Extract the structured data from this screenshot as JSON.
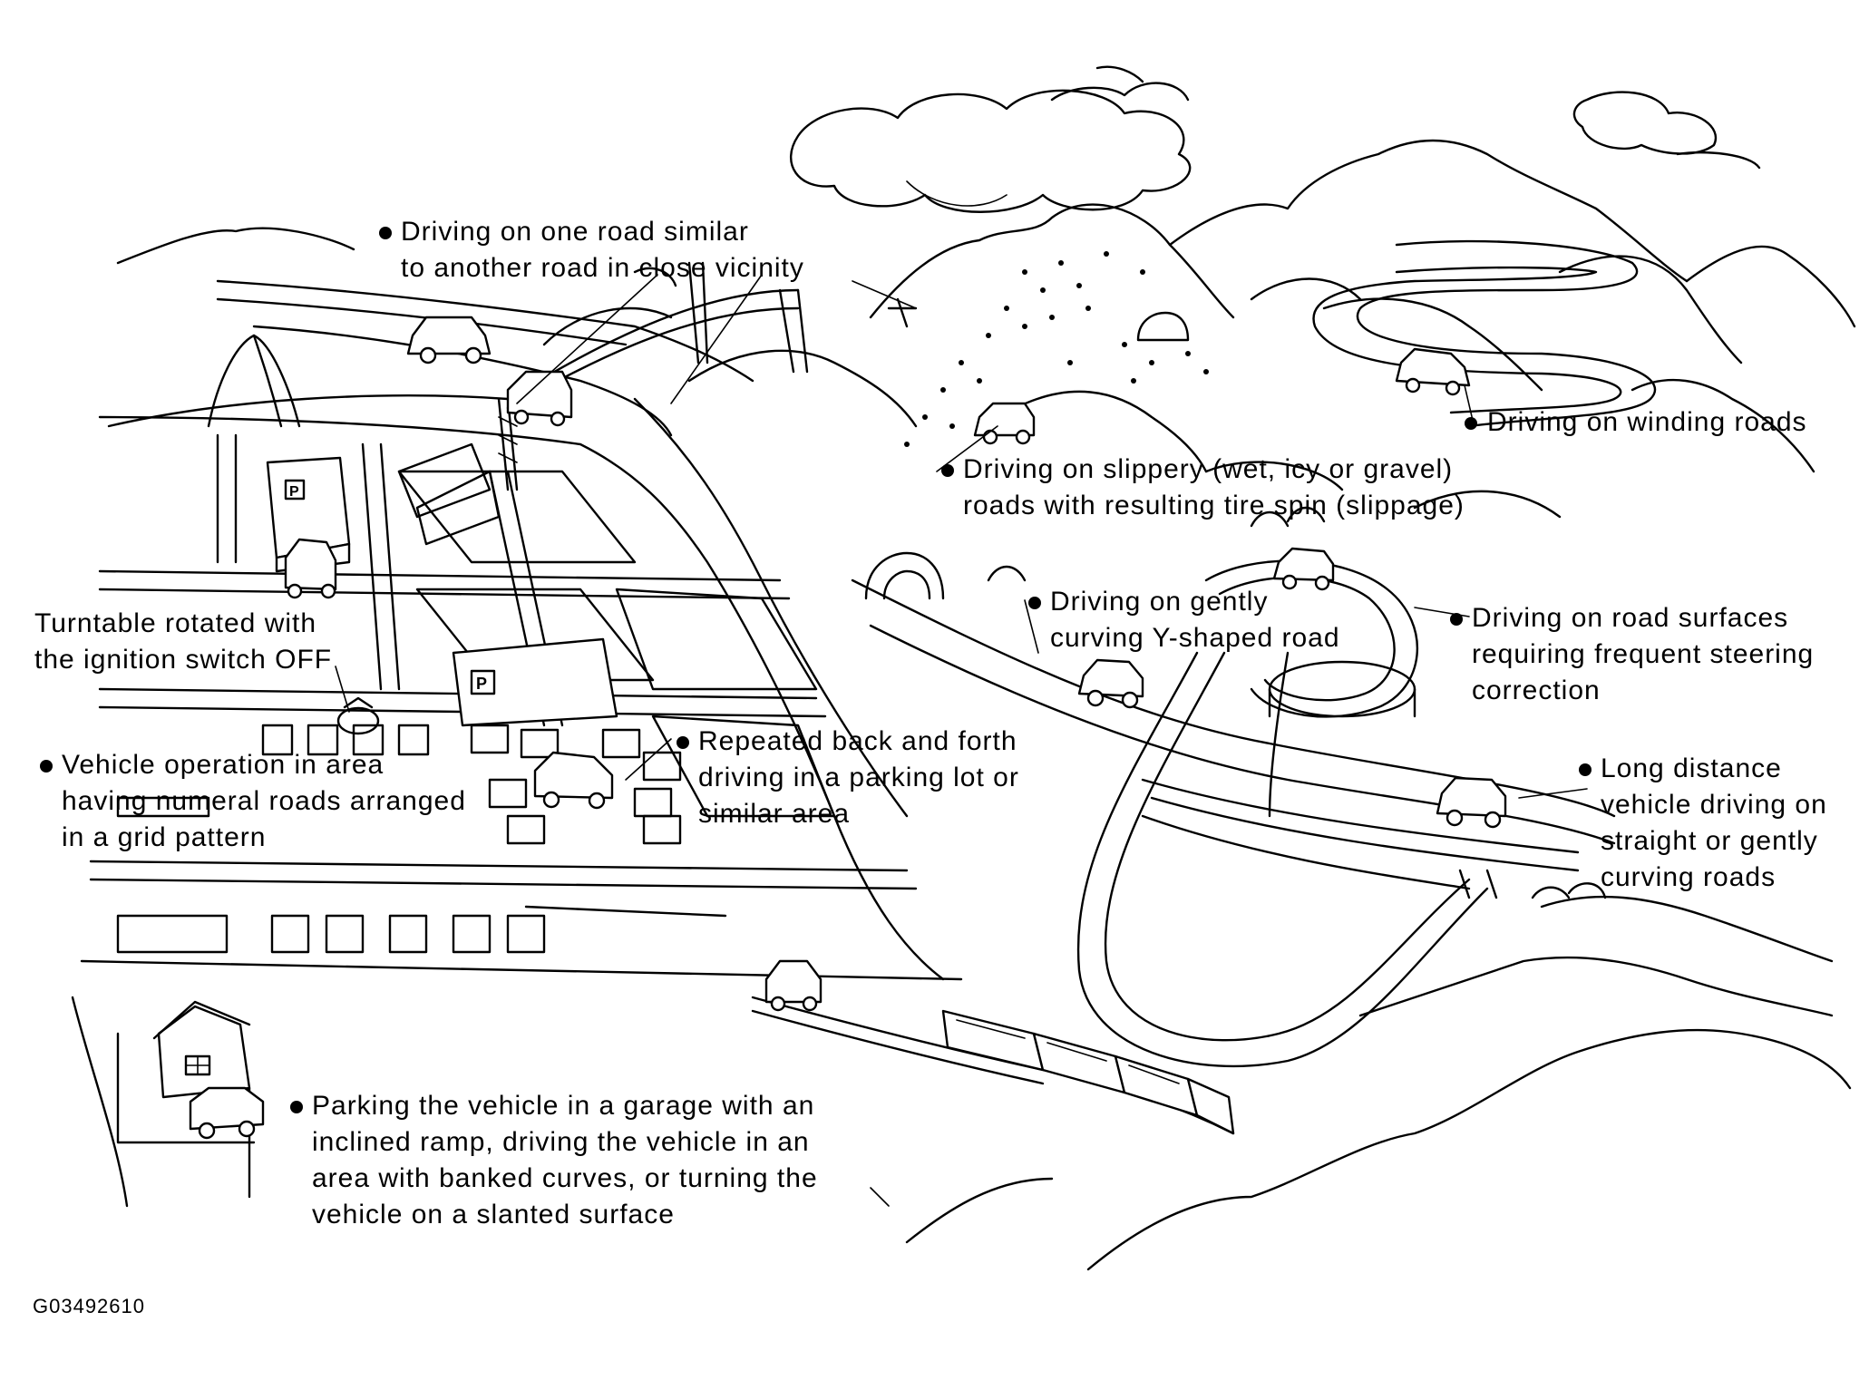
{
  "labels": {
    "similar_road": [
      "Driving on one road similar",
      "to another road in close vicinity"
    ],
    "winding": [
      "Driving on winding roads"
    ],
    "slippery": [
      "Driving on slippery (wet, icy or gravel)",
      "roads with resulting tire spin (slippage)"
    ],
    "y_shaped": [
      "Driving on gently",
      "curving Y-shaped road"
    ],
    "steering": [
      "Driving on road surfaces",
      "requiring frequent steering",
      "correction"
    ],
    "turntable": [
      "Turntable rotated with",
      "the ignition switch OFF"
    ],
    "grid": [
      "Vehicle operation in area",
      "having numeral roads arranged",
      "in a grid pattern"
    ],
    "parking_lot": [
      "Repeated back and forth",
      "driving in a parking lot or",
      "similar area"
    ],
    "long_distance": [
      "Long distance",
      "vehicle driving on",
      "straight or gently",
      "curving roads"
    ],
    "garage": [
      "Parking the vehicle in a garage with an",
      "inclined ramp, driving the vehicle in an",
      "area with banked curves, or turning the",
      "vehicle on a slanted surface"
    ]
  },
  "figure_id": "G03492610",
  "icons": [
    "car-icon",
    "train-icon",
    "house-icon",
    "parking-building-icon",
    "tower-icon",
    "tunnel-icon",
    "tree-icon",
    "cloud-icon",
    "mountain-icon"
  ]
}
